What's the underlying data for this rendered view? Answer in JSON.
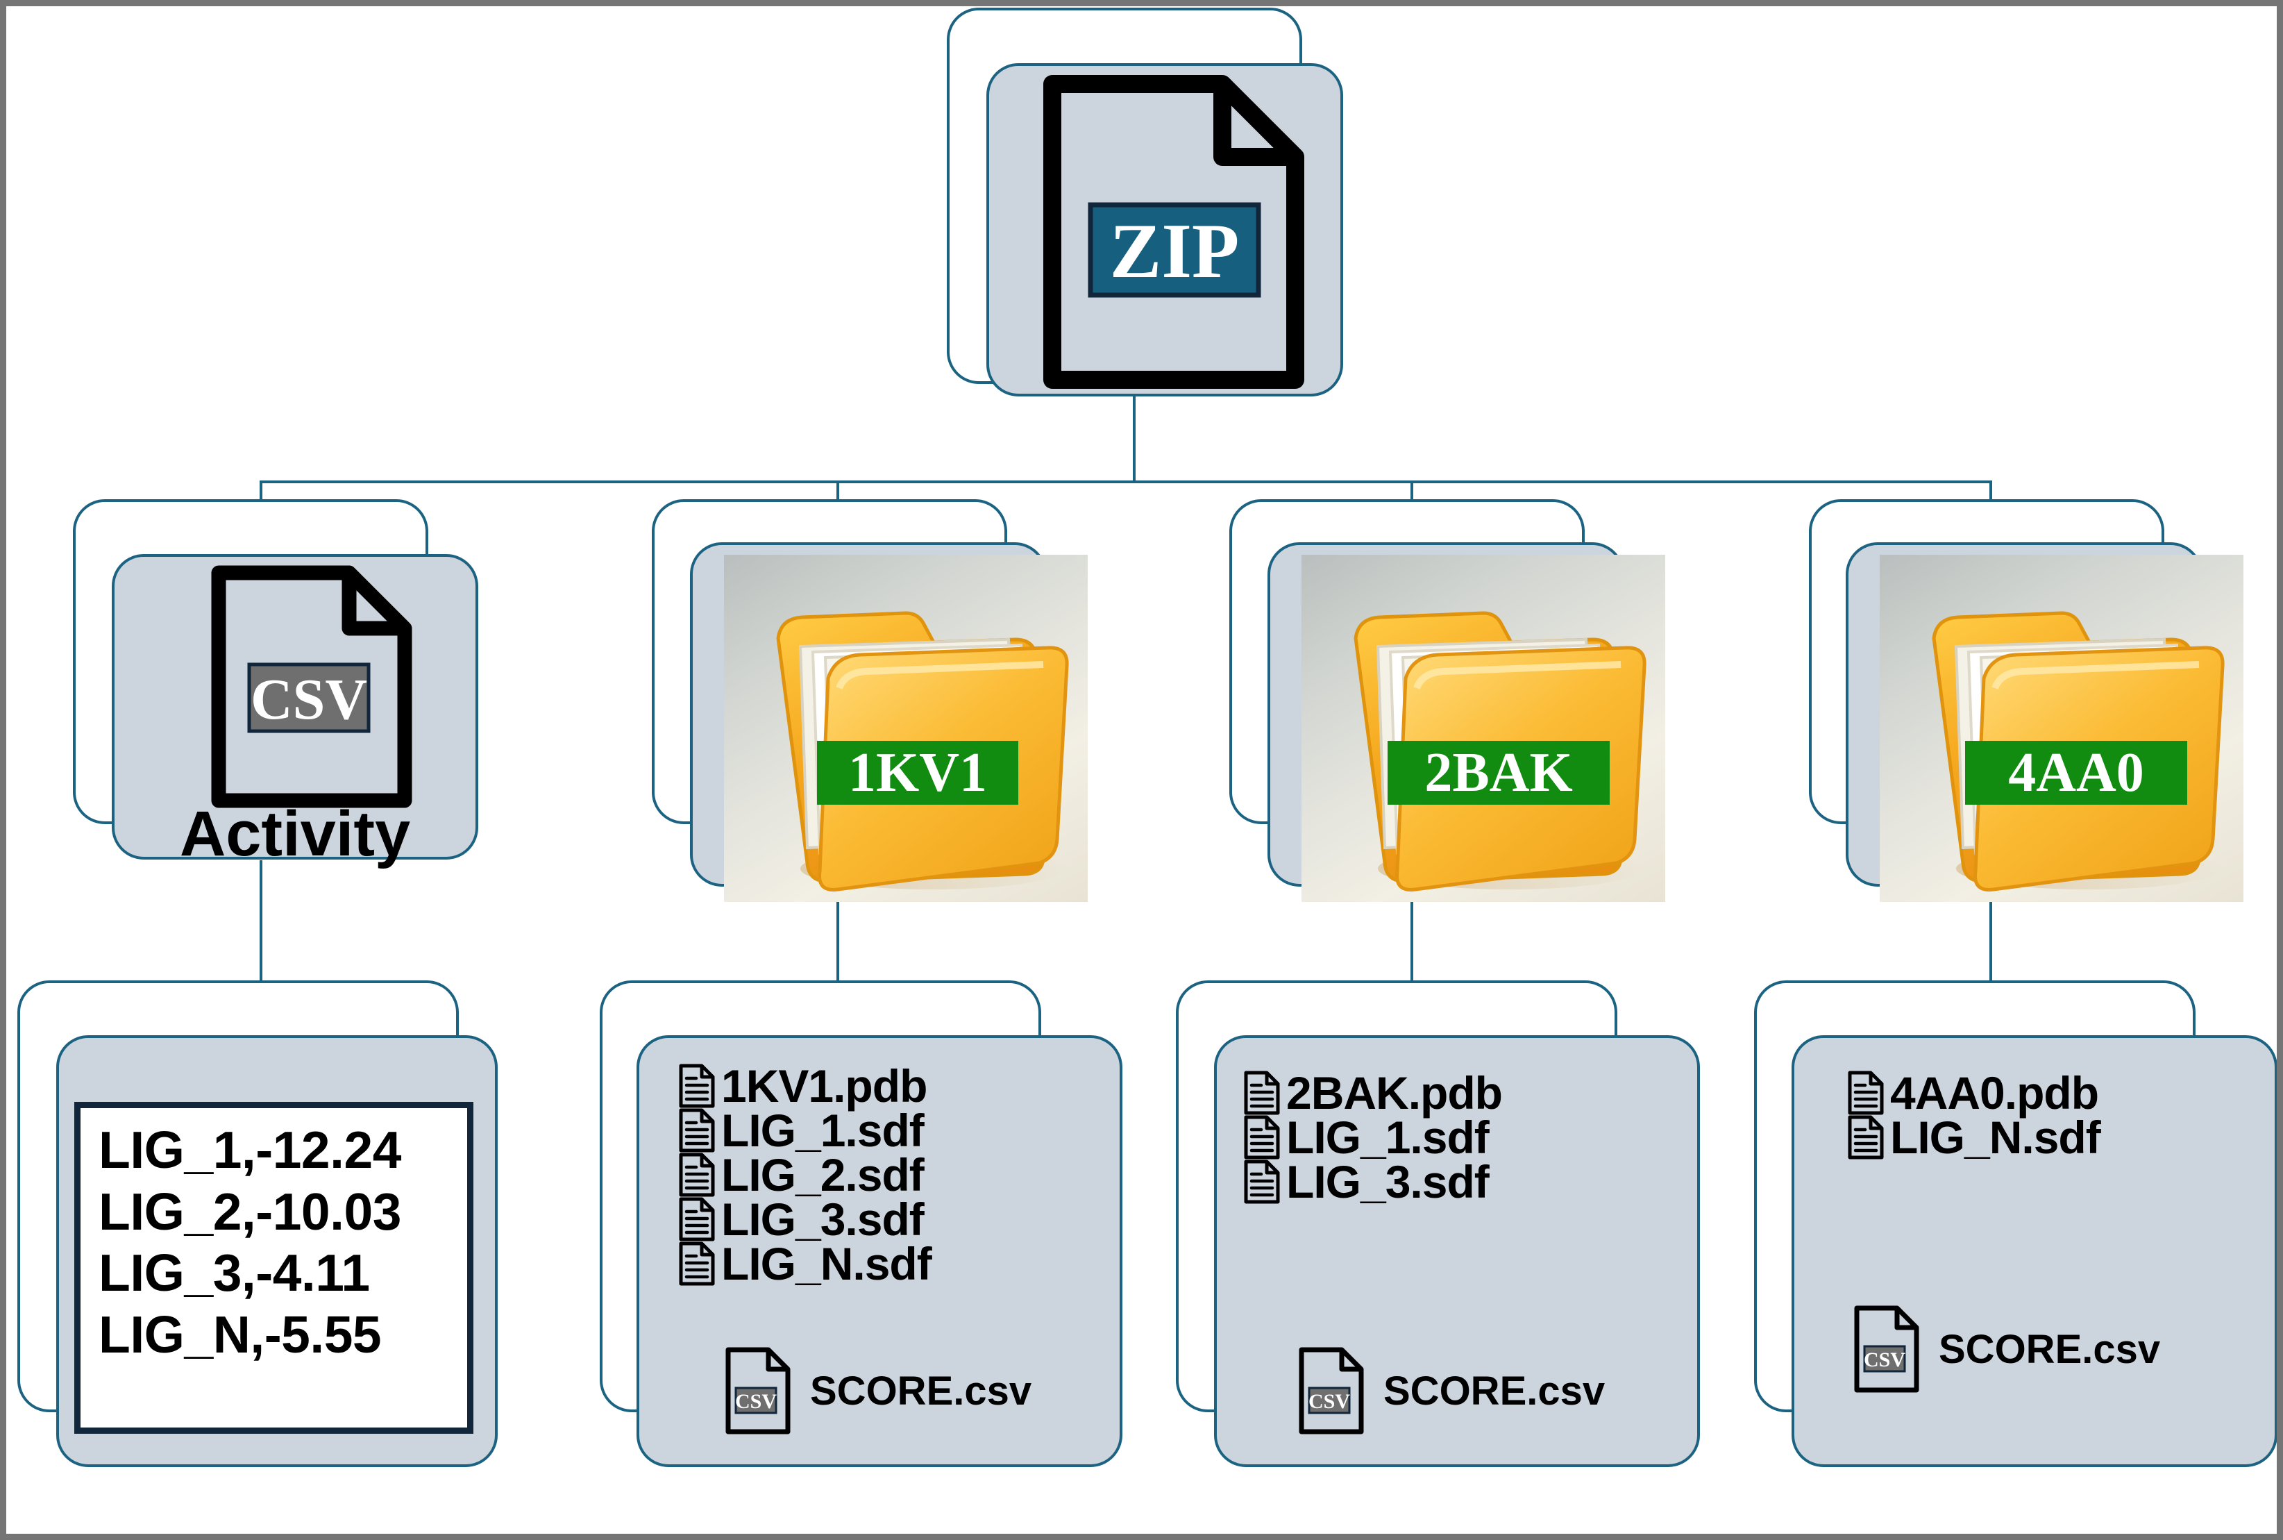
{
  "diagram": {
    "title": "ZIP archive contents tree",
    "colors": {
      "frame": "#757575",
      "node_border": "#1c6382",
      "node_fill": "#ccd4de",
      "zip_tag": "#175f7f",
      "csv_tag": "#6f6f6f",
      "folder_tag": "#118c11",
      "panel_border": "#11263a",
      "text": "#000000"
    }
  },
  "root": {
    "icon": "zip-file-icon",
    "tag_label": "ZIP"
  },
  "children": [
    {
      "id": "activity",
      "type": "file",
      "icon": "csv-file-icon",
      "tag_label": "CSV",
      "caption": "Activity",
      "detail": {
        "type": "value-panel",
        "rows": [
          "LIG_1,-12.24",
          "LIG_2,-10.03",
          "LIG_3,-4.11",
          "LIG_N,-5.55"
        ]
      }
    },
    {
      "id": "folder-1kv1",
      "type": "folder",
      "icon": "folder-icon",
      "tag_label": "1KV1",
      "detail": {
        "type": "file-list",
        "files": [
          "1KV1.pdb",
          "LIG_1.sdf",
          "LIG_2.sdf",
          "LIG_3.sdf",
          "LIG_N.sdf"
        ],
        "csv_label": "SCORE.csv",
        "csv_tag": "CSV"
      }
    },
    {
      "id": "folder-2bak",
      "type": "folder",
      "icon": "folder-icon",
      "tag_label": "2BAK",
      "detail": {
        "type": "file-list",
        "files": [
          "2BAK.pdb",
          "LIG_1.sdf",
          "LIG_3.sdf"
        ],
        "csv_label": "SCORE.csv",
        "csv_tag": "CSV"
      }
    },
    {
      "id": "folder-4aa0",
      "type": "folder",
      "icon": "folder-icon",
      "tag_label": "4AA0",
      "detail": {
        "type": "file-list",
        "files": [
          "4AA0.pdb",
          "LIG_N.sdf"
        ],
        "csv_label": "SCORE.csv",
        "csv_tag": "CSV"
      }
    }
  ]
}
